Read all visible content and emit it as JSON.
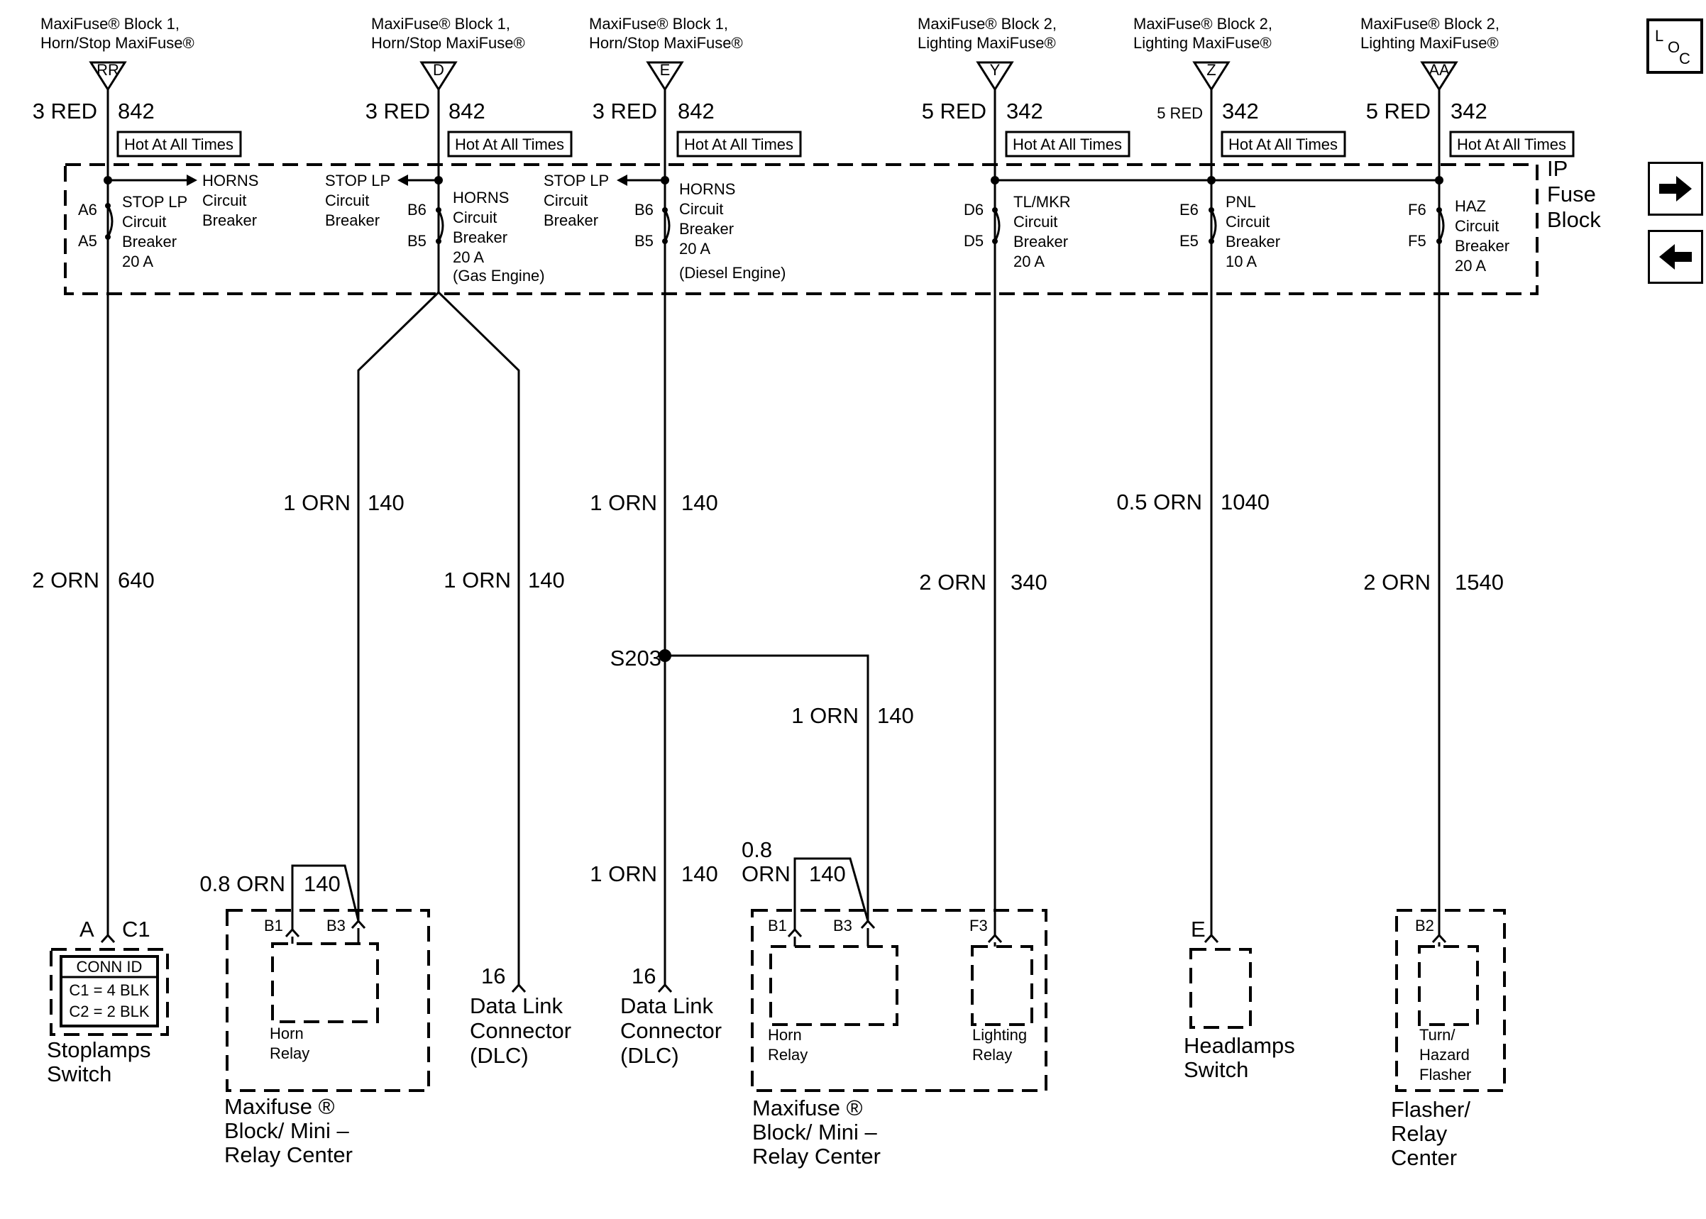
{
  "sources": {
    "rr": {
      "line1": "MaxiFuse® Block 1,",
      "line2": "Horn/Stop MaxiFuse®",
      "terminal": "RR",
      "gauge": "3 RED",
      "circuit": "842",
      "hot": "Hot At All Times"
    },
    "d": {
      "line1": "MaxiFuse® Block 1,",
      "line2": "Horn/Stop MaxiFuse®",
      "terminal": "D",
      "gauge": "3 RED",
      "circuit": "842",
      "hot": "Hot At All Times"
    },
    "e": {
      "line1": "MaxiFuse® Block 1,",
      "line2": "Horn/Stop MaxiFuse®",
      "terminal": "E",
      "gauge": "3 RED",
      "circuit": "842",
      "hot": "Hot At All Times"
    },
    "y": {
      "line1": "MaxiFuse® Block 2,",
      "line2": "Lighting MaxiFuse®",
      "terminal": "Y",
      "gauge": "5 RED",
      "circuit": "342",
      "hot": "Hot At All Times"
    },
    "z": {
      "line1": "MaxiFuse® Block 2,",
      "line2": "Lighting MaxiFuse®",
      "terminal": "Z",
      "gauge": "5 RED",
      "circuit": "342",
      "hot": "Hot At All Times"
    },
    "aa": {
      "line1": "MaxiFuse® Block 2,",
      "line2": "Lighting MaxiFuse®",
      "terminal": "AA",
      "gauge": "5 RED",
      "circuit": "342",
      "hot": "Hot At All Times"
    }
  },
  "fuse_block": {
    "line1": "IP",
    "line2": "Fuse",
    "line3": "Block",
    "pins": {
      "a6": "A6",
      "a5": "A5",
      "b6": "B6",
      "b5": "B5",
      "d6": "D6",
      "d5": "D5",
      "e6": "E6",
      "e5": "E5",
      "f6": "F6",
      "f5": "F5"
    },
    "horns_ref_1": {
      "l1": "HORNS",
      "l2": "Circuit",
      "l3": "Breaker"
    },
    "stop_cb": {
      "l1": "STOP LP",
      "l2": "Circuit",
      "l3": "Breaker",
      "l4": "20 A"
    },
    "stop_ref_1": {
      "l1": "STOP LP",
      "l2": "Circuit",
      "l3": "Breaker"
    },
    "horns_gas": {
      "l1": "HORNS",
      "l2": "Circuit",
      "l3": "Breaker",
      "l4": "20 A",
      "l5": "(Gas Engine)"
    },
    "stop_ref_2": {
      "l1": "STOP LP",
      "l2": "Circuit",
      "l3": "Breaker"
    },
    "horns_diesel": {
      "l1": "HORNS",
      "l2": "Circuit",
      "l3": "Breaker",
      "l4": "20 A",
      "l5": "(Diesel Engine)"
    },
    "tlmkr": {
      "l1": "TL/MKR",
      "l2": "Circuit",
      "l3": "Breaker",
      "l4": "20 A"
    },
    "pnl": {
      "l1": "PNL",
      "l2": "Circuit",
      "l3": "Breaker",
      "l4": "10 A"
    },
    "haz": {
      "l1": "HAZ",
      "l2": "Circuit",
      "l3": "Breaker",
      "l4": "20 A"
    }
  },
  "wires": {
    "w640": {
      "gauge": "2 ORN",
      "circuit": "640"
    },
    "w140_left": {
      "gauge": "1 ORN",
      "circuit": "140"
    },
    "w140_dlc1": {
      "gauge": "1 ORN",
      "circuit": "140"
    },
    "w140_e_top": {
      "gauge": "1 ORN",
      "circuit": "140"
    },
    "w140_e_bottom": {
      "gauge": "1 ORN",
      "circuit": "140"
    },
    "w140_s203": {
      "gauge": "1 ORN",
      "circuit": "140"
    },
    "w340": {
      "gauge": "2 ORN",
      "circuit": "340"
    },
    "w1040": {
      "gauge": "0.5 ORN",
      "circuit": "1040"
    },
    "w1540": {
      "gauge": "2 ORN",
      "circuit": "1540"
    },
    "w140_jump1": {
      "gauge": "0.8 ORN",
      "circuit": "140"
    },
    "w140_jump2": {
      "gauge_l1": "0.8",
      "gauge_l2": "ORN",
      "circuit": "140"
    }
  },
  "splice": {
    "label": "S203"
  },
  "components": {
    "stoplamps": {
      "pin": "A",
      "conn": "C1",
      "conn_id_title": "CONN ID",
      "conn_id_1": "C1 = 4 BLK",
      "conn_id_2": "C2 = 2 BLK",
      "l1": "Stoplamps",
      "l2": "Switch"
    },
    "relay_center_1": {
      "pin_b1": "B1",
      "pin_b3": "B3",
      "relay_l1": "Horn",
      "relay_l2": "Relay",
      "l1": "Maxifuse ®",
      "l2": "Block/ Mini –",
      "l3": "Relay Center"
    },
    "dlc1": {
      "pin": "16",
      "l1": "Data Link",
      "l2": "Connector",
      "l3": "(DLC)"
    },
    "dlc2": {
      "pin": "16",
      "l1": "Data Link",
      "l2": "Connector",
      "l3": "(DLC)"
    },
    "relay_center_2": {
      "pin_b1": "B1",
      "pin_b3": "B3",
      "pin_f3": "F3",
      "horn_l1": "Horn",
      "horn_l2": "Relay",
      "light_l1": "Lighting",
      "light_l2": "Relay",
      "l1": "Maxifuse ®",
      "l2": "Block/ Mini –",
      "l3": "Relay Center"
    },
    "headlamps": {
      "pin": "E",
      "l1": "Headlamps",
      "l2": "Switch"
    },
    "flasher": {
      "pin": "B2",
      "inner_l1": "Turn/",
      "inner_l2": "Hazard",
      "inner_l3": "Flasher",
      "l1": "Flasher/",
      "l2": "Relay",
      "l3": "Center"
    }
  },
  "loc": {
    "l": "L",
    "o": "O",
    "c": "C"
  },
  "nav": {
    "next_icon": "arrow-right-icon",
    "prev_icon": "arrow-left-icon"
  }
}
